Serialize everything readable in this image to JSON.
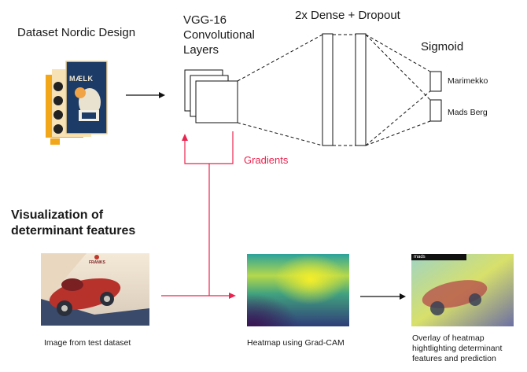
{
  "dataset": {
    "label": "Dataset Nordic Design",
    "poster_text": "MÆLK"
  },
  "vgg": {
    "line1": "VGG-16",
    "line2": "Convolutional",
    "line3": "Layers"
  },
  "dense": {
    "label": "2x Dense + Dropout"
  },
  "sigmoid": {
    "label": "Sigmoid",
    "outputs": [
      "Marimekko",
      "Mads Berg"
    ]
  },
  "gradients": {
    "label": "Gradients"
  },
  "section": {
    "line1": "Visualization of",
    "line2": "determinant features"
  },
  "test_image": {
    "caption": "Image from test dataset",
    "poster_text": "FRANKS"
  },
  "heatmap": {
    "caption": "Heatmap using Grad-CAM"
  },
  "overlay": {
    "caption_line1": "Overlay of heatmap",
    "caption_line2": "hightlighting determinant",
    "caption_line3": "features and prediction",
    "tag": "mads"
  },
  "colors": {
    "gradient_arrow": "#e8244f",
    "lines": "#111111"
  }
}
